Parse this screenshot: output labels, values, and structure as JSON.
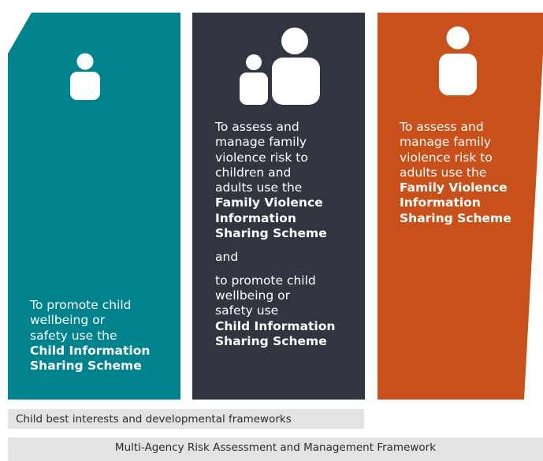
{
  "panels": {
    "left": {
      "color": "#00838d",
      "icon": "child-person-icon",
      "text_line1": "To promote child",
      "text_line2": "wellbeing or",
      "text_line3": "safety use the",
      "scheme_line1": "Child Information",
      "scheme_line2": "Sharing Scheme"
    },
    "middle": {
      "color": "#31353f",
      "icon": "child-and-adult-icon",
      "text_line1": "To assess and",
      "text_line2": "manage family",
      "text_line3": "violence risk to",
      "text_line4": "children and",
      "text_line5": "adults use the",
      "scheme_line1": "Family Violence",
      "scheme_line2": "Information",
      "scheme_line3": "Sharing Scheme",
      "and_text": "and",
      "text2_line1": "to promote child",
      "text2_line2": "wellbeing or",
      "text2_line3": "safety use",
      "scheme2_line1": "Child Information",
      "scheme2_line2": "Sharing Scheme"
    },
    "right": {
      "color": "#c8501a",
      "icon": "adult-person-icon",
      "text_line1": "To assess and",
      "text_line2": "manage family",
      "text_line3": "violence risk to",
      "text_line4": "adults use the",
      "scheme_line1": "Family Violence",
      "scheme_line2": "Information",
      "scheme_line3": "Sharing Scheme"
    }
  },
  "bars": {
    "frameworks": "Child best interests and developmental frameworks",
    "maram": "Multi-Agency Risk Assessment and Management Framework"
  }
}
